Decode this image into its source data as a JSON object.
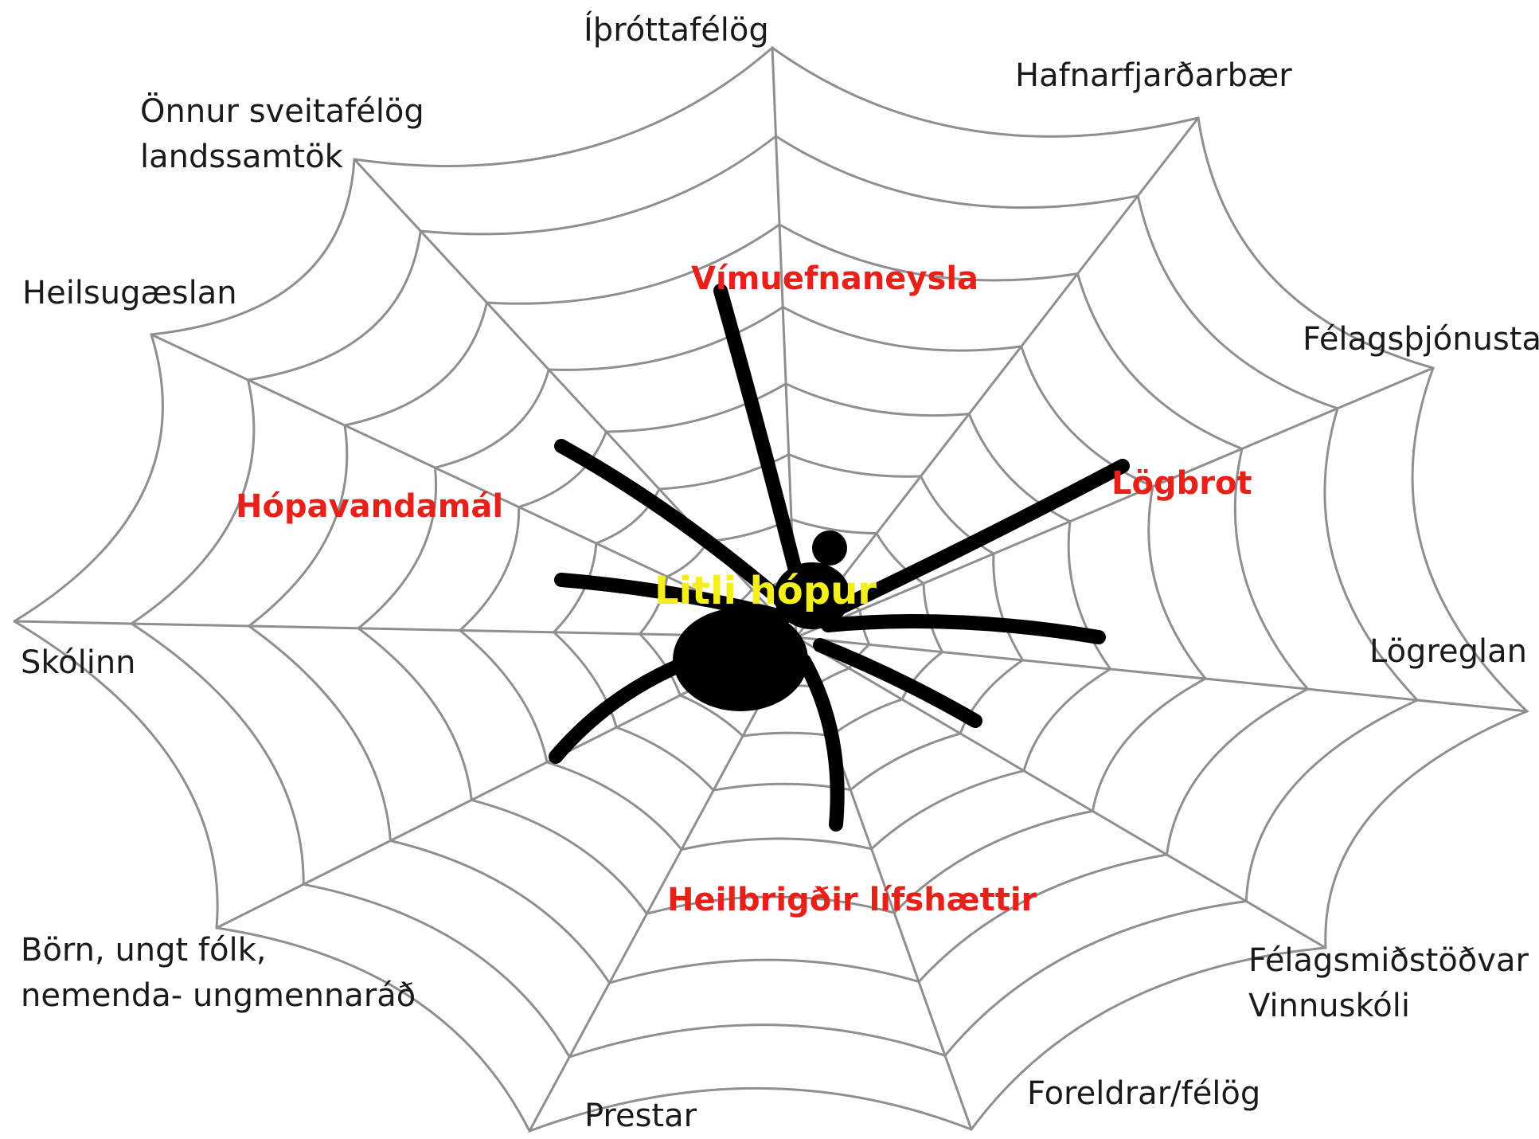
{
  "center_label": "Litli hópur",
  "issues": {
    "top": "Vímuefnaneysla",
    "left": "Hópavandamál",
    "right": "Lögbrot",
    "bottom": "Heilbrigðir lífshættir"
  },
  "nodes": {
    "ithrottafelog": "Íþróttafélög",
    "hafnarfjardarbaer": "Hafnarfjarðarbær",
    "onnur_line1": "Önnur sveitafélög",
    "onnur_line2": "landssamtök",
    "heilsugaeslan": "Heilsugæslan",
    "felagsthjonustan": "Félagsþjónustan",
    "skolinn": "Skólinn",
    "logreglan": "Lögreglan",
    "born_line1": "Börn, ungt fólk,",
    "born_line2": "nemenda- ungmennaráð",
    "felagsmidstodvar_line1": "Félagsmiðstöðvar",
    "felagsmidstodvar_line2": "Vinnuskóli",
    "foreldrar": "Foreldrar/félög",
    "prestar": "Prestar"
  },
  "colors": {
    "web_line": "#8f8f8f",
    "spider": "#000000",
    "issue_text": "#e8201a",
    "center_text": "#f4ef1a",
    "node_text": "#1a1a1a"
  }
}
